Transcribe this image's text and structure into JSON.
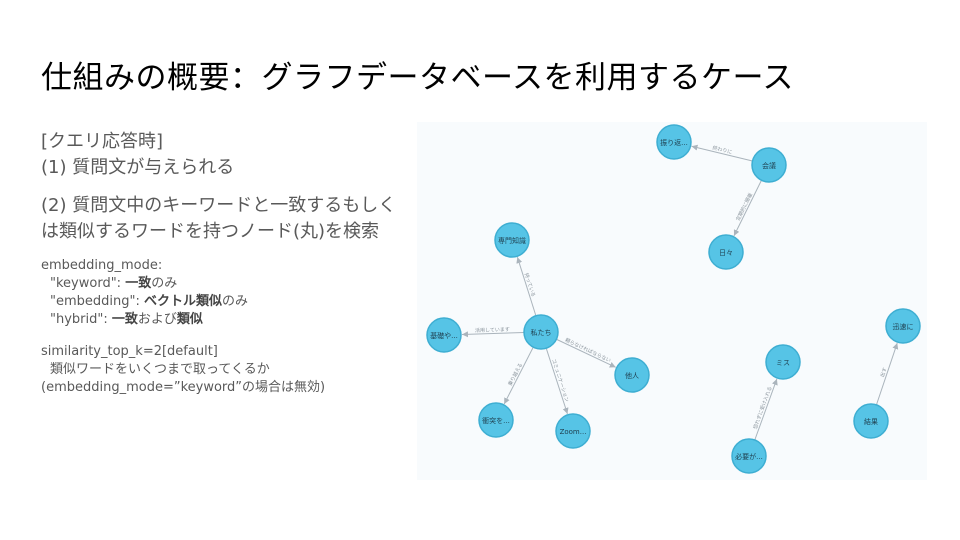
{
  "title": "仕組みの概要：グラフデータベースを利用するケース",
  "left": {
    "heading": "[クエリ応答時]",
    "step1": "(1) 質問文が与えられる",
    "step2": "(2) 質問文中のキーワードと一致するもしくは類似するワードを持つノード(丸)を検索",
    "embedding_mode_label": "embedding_mode:",
    "modes": [
      {
        "key": "\"keyword\": ",
        "parts": [
          {
            "t": "一致",
            "b": true
          },
          {
            "t": "のみ",
            "b": false
          }
        ]
      },
      {
        "key": "\"embedding\": ",
        "parts": [
          {
            "t": "ベクトル類似",
            "b": true
          },
          {
            "t": "のみ",
            "b": false
          }
        ]
      },
      {
        "key": "\"hybrid\": ",
        "parts": [
          {
            "t": "一致",
            "b": true
          },
          {
            "t": "および",
            "b": false
          },
          {
            "t": "類似",
            "b": true
          }
        ]
      }
    ],
    "similarity_label": "similarity_top_k=2[default]",
    "similarity_desc": "類似ワードをいくつまで取ってくるか",
    "similarity_note": "(embedding_mode=”keyword”の場合は無効)"
  },
  "graph": {
    "colors": {
      "node": "#56c4e6",
      "edge": "#aab4bc"
    },
    "nodes": [
      {
        "id": "furikaeri",
        "label": "振り返..."
      },
      {
        "id": "kaigi",
        "label": "会議"
      },
      {
        "id": "hibi",
        "label": "日々"
      },
      {
        "id": "senmon",
        "label": "専門知識"
      },
      {
        "id": "watashi",
        "label": "私たち"
      },
      {
        "id": "kiso",
        "label": "基礎や..."
      },
      {
        "id": "tanin",
        "label": "他人"
      },
      {
        "id": "shogeki",
        "label": "衝突を..."
      },
      {
        "id": "zoom",
        "label": "Zoom..."
      },
      {
        "id": "misu",
        "label": "ミス"
      },
      {
        "id": "hitsuyou",
        "label": "必要が..."
      },
      {
        "id": "jinsoku",
        "label": "迅速に"
      },
      {
        "id": "kekka",
        "label": "結果"
      }
    ],
    "edges": [
      {
        "from": "kaigi",
        "to": "furikaeri",
        "label": "終わりに"
      },
      {
        "from": "kaigi",
        "to": "hibi",
        "label": "定期的に開催"
      },
      {
        "from": "watashi",
        "to": "senmon",
        "label": "持っている"
      },
      {
        "from": "watashi",
        "to": "kiso",
        "label": "活用しています"
      },
      {
        "from": "watashi",
        "to": "tanin",
        "label": "頼らなければならない"
      },
      {
        "from": "watashi",
        "to": "shogeki",
        "label": "乗り越える"
      },
      {
        "from": "watashi",
        "to": "zoom",
        "label": "コミュニケーション"
      },
      {
        "from": "hitsuyou",
        "to": "misu",
        "label": "恐れずに受け入れる"
      },
      {
        "from": "kekka",
        "to": "jinsoku",
        "label": "出す"
      }
    ]
  }
}
